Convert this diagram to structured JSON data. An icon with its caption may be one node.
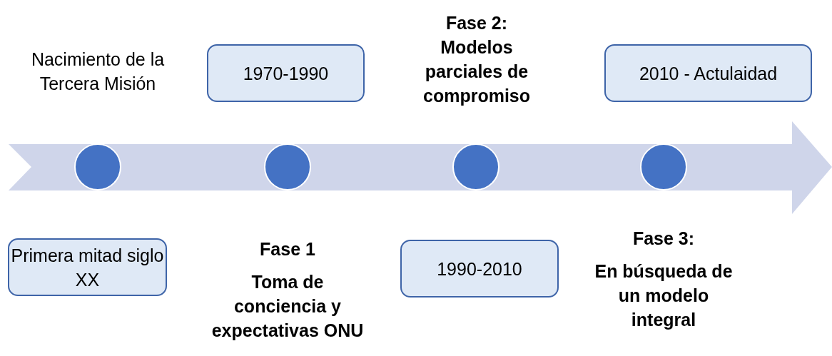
{
  "diagram": {
    "nodes": [
      {
        "text": [
          "Nacimiento de la Tercera Misión"
        ]
      },
      {
        "text": [
          "1970-1990"
        ]
      },
      {
        "text": [
          "Fase 2:",
          "Modelos parciales de compromiso"
        ]
      },
      {
        "text": [
          "2010 - Actulaidad"
        ]
      },
      {
        "text": [],
        "shape": "circle"
      },
      {
        "text": [],
        "shape": "circle"
      },
      {
        "text": [],
        "shape": "circle"
      },
      {
        "text": [],
        "shape": "circle"
      },
      {
        "text": [
          "Primera mitad siglo XX"
        ]
      },
      {
        "text": [
          "Fase 1",
          "Toma de conciencia y expectativas ONU"
        ]
      },
      {
        "text": [
          "1990-2010"
        ]
      },
      {
        "text": [
          "Fase 3:",
          "En búsqueda de un modelo integral"
        ]
      }
    ],
    "edges": []
  }
}
